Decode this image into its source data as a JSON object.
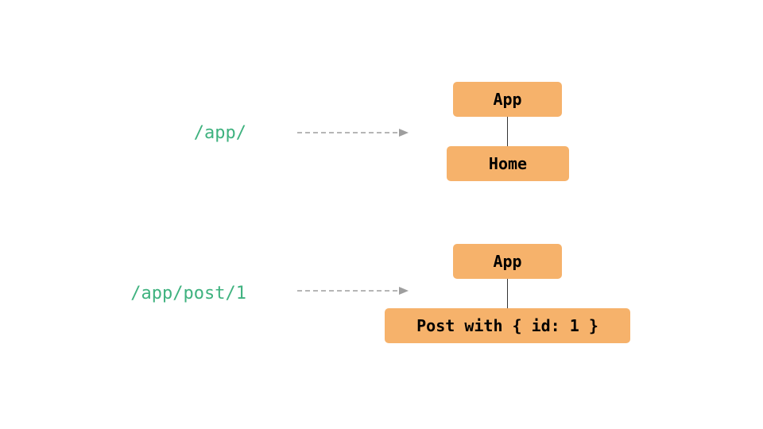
{
  "diagrams": [
    {
      "route": "/app/",
      "parent_node": "App",
      "child_node": "Home"
    },
    {
      "route": "/app/post/1",
      "parent_node": "App",
      "child_node": "Post with { id: 1 }"
    }
  ],
  "colors": {
    "route_text": "#3fb27f",
    "node_fill": "#f6b26b",
    "arrow": "#9e9e9e",
    "connector": "#333333"
  }
}
